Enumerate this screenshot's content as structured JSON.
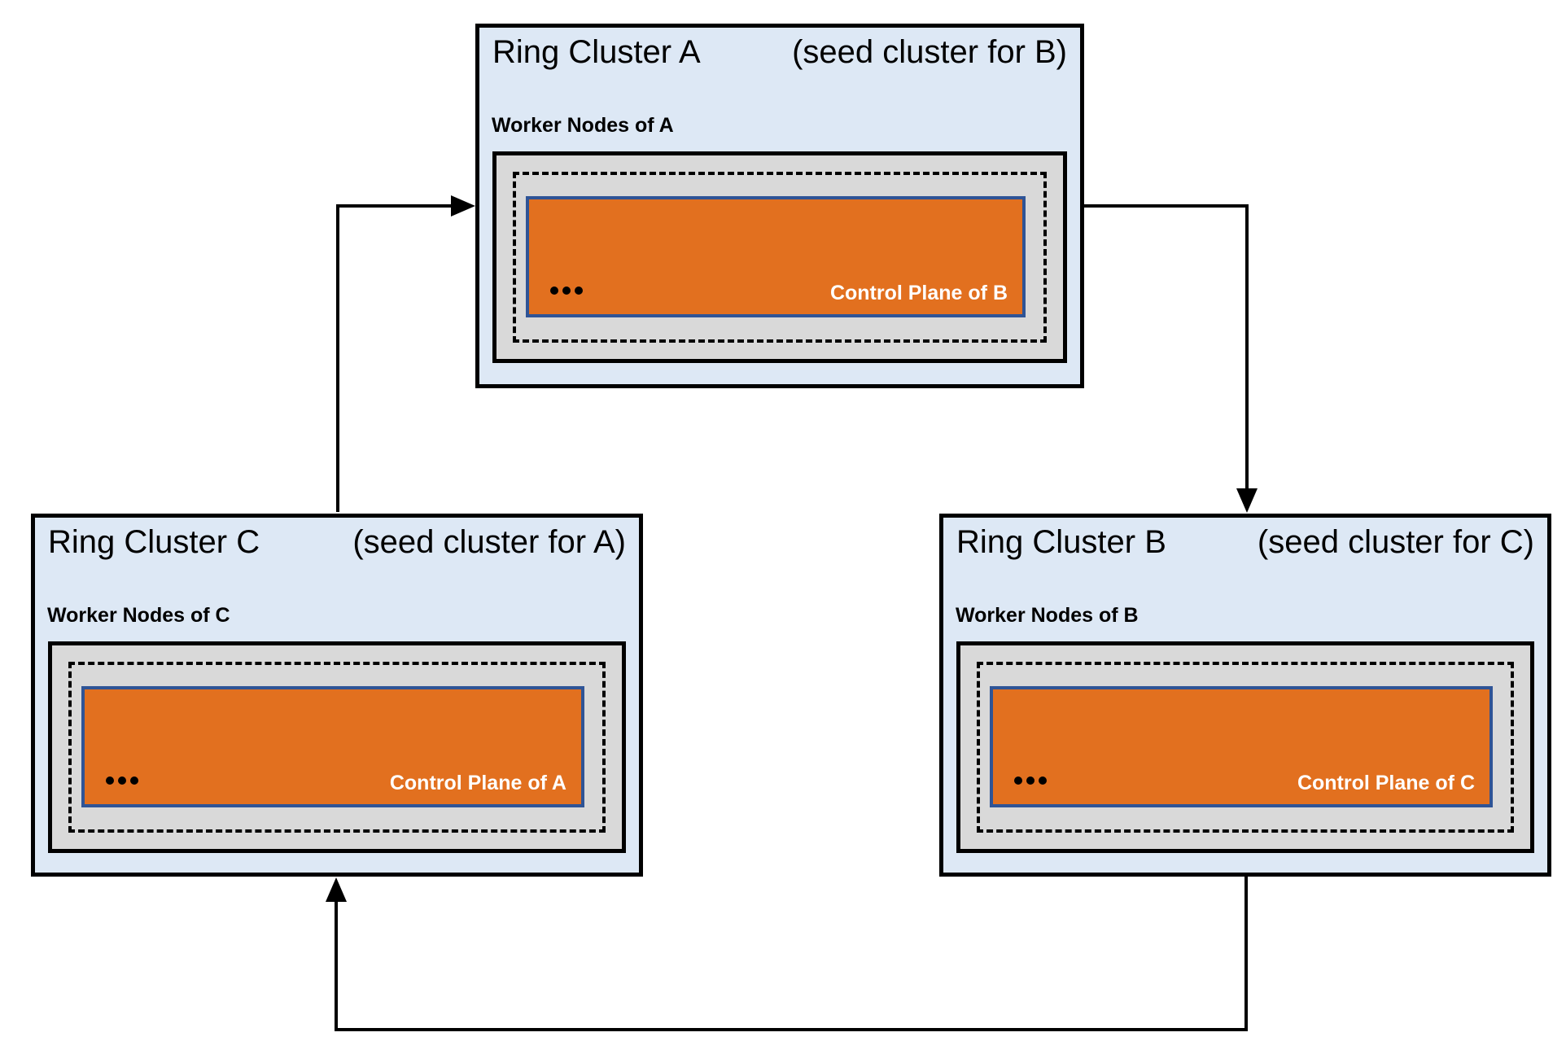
{
  "page": {
    "background": "#ffffff"
  },
  "colors": {
    "cluster_fill": "#dde8f5",
    "cluster_border": "#000000",
    "worker_box_fill": "#d9d9d9",
    "control_plane_fill": "#e2701f",
    "control_plane_border": "#2f5496",
    "control_plane_text": "#ffffff",
    "arrow": "#000000"
  },
  "clusters": [
    {
      "id": "A",
      "title": "Ring Cluster A",
      "seed_note": "(seed cluster for B)",
      "worker_label": "Worker Nodes of A",
      "control_plane_label": "Control Plane of B",
      "ellipsis": "•••"
    },
    {
      "id": "C",
      "title": "Ring Cluster C",
      "seed_note": "(seed cluster for A)",
      "worker_label": "Worker Nodes of C",
      "control_plane_label": "Control Plane of A",
      "ellipsis": "•••"
    },
    {
      "id": "B",
      "title": "Ring Cluster B",
      "seed_note": "(seed cluster for C)",
      "worker_label": "Worker Nodes of B",
      "control_plane_label": "Control Plane of C",
      "ellipsis": "•••"
    }
  ],
  "relationships": [
    {
      "from": "Ring Cluster C",
      "to": "Ring Cluster A"
    },
    {
      "from": "Ring Cluster A",
      "to": "Ring Cluster B"
    },
    {
      "from": "Ring Cluster B",
      "to": "Ring Cluster C"
    }
  ]
}
